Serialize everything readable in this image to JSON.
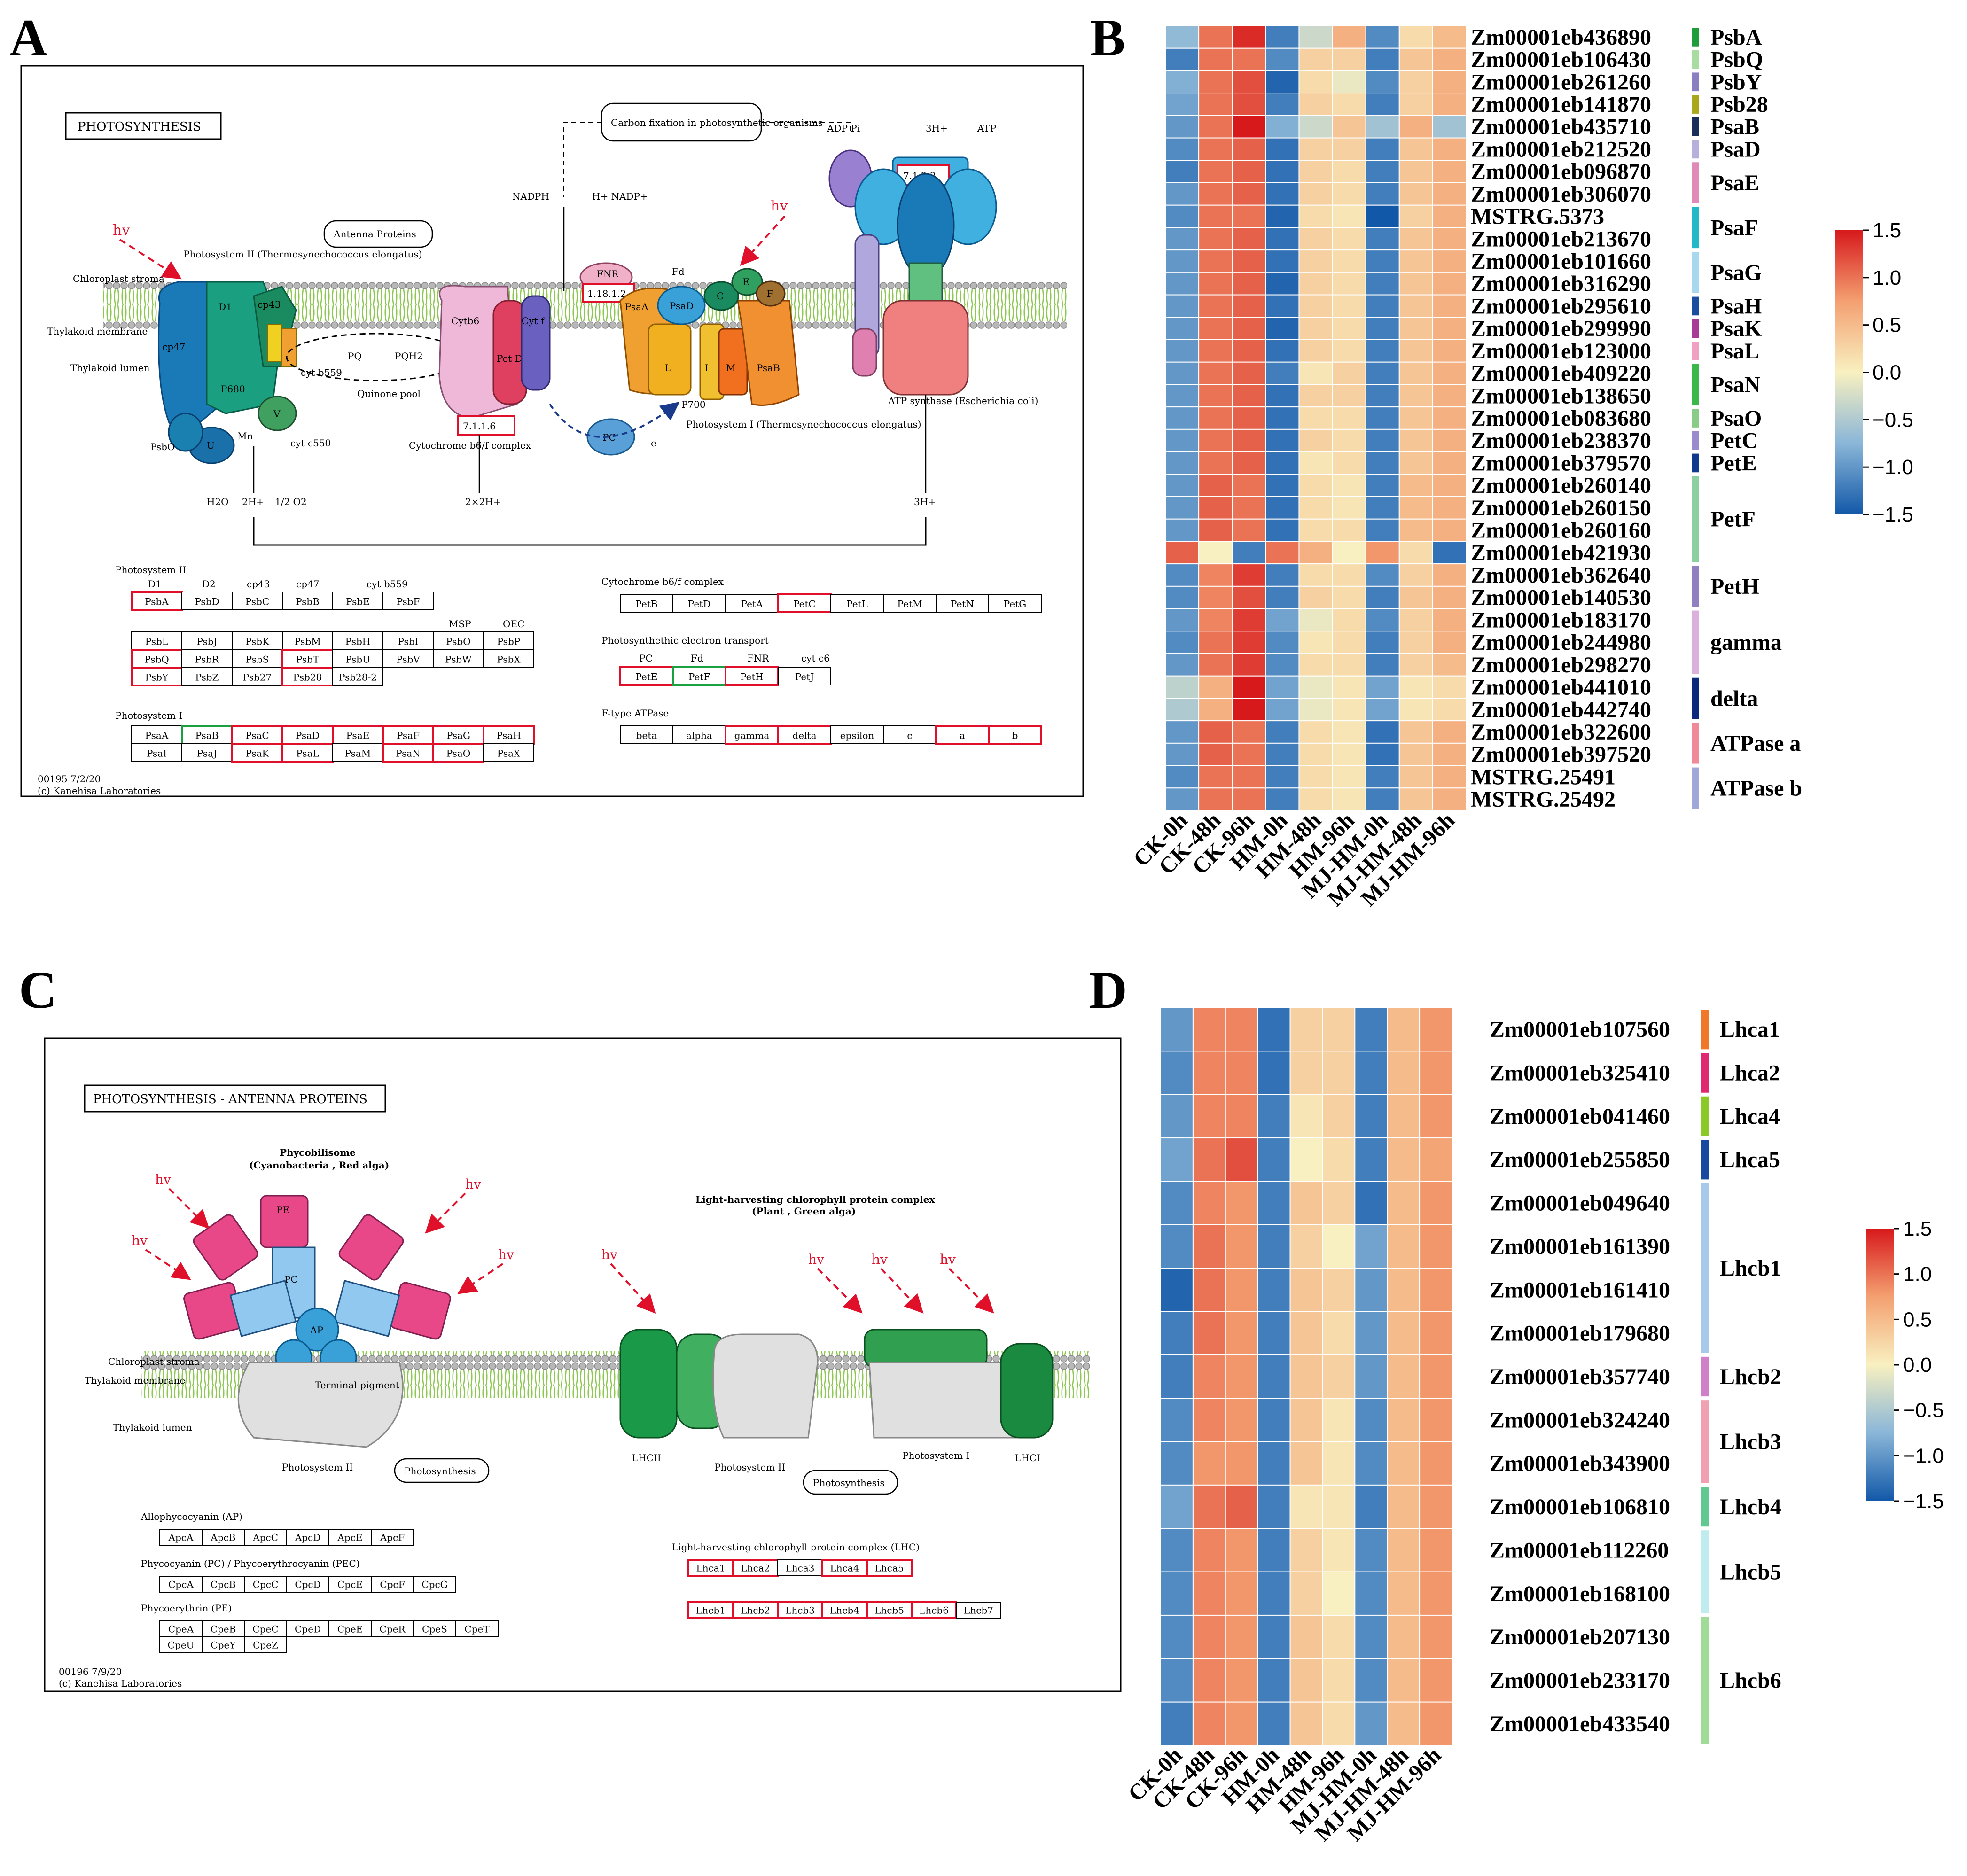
{
  "panels": {
    "a_letter": "A",
    "b_letter": "B",
    "c_letter": "C",
    "d_letter": "D"
  },
  "panel_a": {
    "title": "PHOTOSYNTHESIS",
    "labels": {
      "carbon": "Carbon fixation in photosynthetic organisms",
      "antenna": "Antenna Proteins",
      "psii": "Photosystem II (Thermosynechococcus elongatus)",
      "psi": "Photosystem I (Thermosynechococcus elongatus)",
      "cytb6f": "Cytochrome b6/f complex",
      "atp_synthase": "ATP synthase (Escherichia coli)",
      "stroma": "Chloroplast stroma",
      "membrane": "Thylakoid membrane",
      "lumen": "Thylakoid lumen",
      "quinone": "Quinone pool",
      "nadph": "NADPH",
      "nadp": "H+ NADP+",
      "adp": "ADP Pi",
      "atp": "ATP",
      "h3": "3H+",
      "hv": "hv",
      "ec1": "1.18.1.2",
      "ec2": "7.1.1.6",
      "ec3": "7.1.2.2",
      "pc": "PC",
      "e": "e-",
      "h2o": "H2O",
      "h2": "2H+",
      "o2": "1/2 O2",
      "h22": "2×2H+",
      "h3b": "3H+",
      "fd": "Fd",
      "fnr": "FNR",
      "cytb6": "Cytb6",
      "petd": "Pet D",
      "cytf": "Cyt f",
      "pq": "PQ",
      "pqh2": "PQH2",
      "psbo": "PsbO",
      "u": "U",
      "v": "V",
      "cytc550": "cyt c550",
      "cytb559": "cyt b559",
      "mn": "Mn",
      "d1": "D1",
      "cp43": "cp43",
      "cp47": "cp47",
      "p680": "P680",
      "psaa": "PsaA",
      "psab": "PsaB",
      "psad": "PsaD",
      "p700": "P700",
      "l": "L",
      "m": "M",
      "i": "I",
      "c": "C",
      "efafb": "E",
      "f": "F"
    },
    "footer_id": "00195 7/2/20",
    "footer_lab": "(c) Kanehisa Laboratories",
    "psii_header": "Photosystem II",
    "psii_sublabels": [
      "D1",
      "D2",
      "cp43",
      "cp47",
      "cyt b559"
    ],
    "psii_row1": [
      "PsbA",
      "PsbD",
      "PsbC",
      "PsbB",
      "PsbE",
      "PsbF"
    ],
    "psii_mid_labels": [
      "MSP",
      "OEC"
    ],
    "psii_row2": [
      "PsbL",
      "PsbJ",
      "PsbK",
      "PsbM",
      "PsbH",
      "PsbI",
      "PsbO",
      "PsbP"
    ],
    "psii_row3": [
      "PsbQ",
      "PsbR",
      "PsbS",
      "PsbT",
      "PsbU",
      "PsbV",
      "PsbW",
      "PsbX"
    ],
    "psii_row4": [
      "PsbY",
      "PsbZ",
      "Psb27",
      "Psb28",
      "Psb28-2"
    ],
    "psi_header": "Photosystem I",
    "psi_row1": [
      "PsaA",
      "PsaB",
      "PsaC",
      "PsaD",
      "PsaE",
      "PsaF",
      "PsaG",
      "PsaH"
    ],
    "psi_row2": [
      "PsaI",
      "PsaJ",
      "PsaK",
      "PsaL",
      "PsaM",
      "PsaN",
      "PsaO",
      "PsaX"
    ],
    "cyt_header": "Cytochrome b6/f complex",
    "cyt_row": [
      "PetB",
      "PetD",
      "PetA",
      "PetC",
      "PetL",
      "PetM",
      "PetN",
      "PetG"
    ],
    "pet_header": "Photosynthethic electron transport",
    "pet_sublabels": [
      "PC",
      "Fd",
      "FNR",
      "cyt c6"
    ],
    "pet_row": [
      "PetE",
      "PetF",
      "PetH",
      "PetJ"
    ],
    "atpase_header": "F-type ATPase",
    "atpase_row": [
      "beta",
      "alpha",
      "gamma",
      "delta",
      "epsilon",
      "c",
      "a",
      "b"
    ]
  },
  "panel_c": {
    "title": "PHOTOSYNTHESIS - ANTENNA PROTEINS",
    "phycobilisome": "Phycobilisome",
    "phyco_sub": "(Cyanobacteria , Red alga)",
    "lhc_title": "Light-harvesting chlorophyll protein complex",
    "lhc_sub": "(Plant , Green alga)",
    "stroma": "Chloroplast stroma",
    "membrane": "Thylakoid membrane",
    "lumen": "Thylakoid lumen",
    "psii": "Photosystem II",
    "psi": "Photosystem I",
    "photosynthesis": "Photosynthesis",
    "lhcii": "LHCII",
    "lhci": "LHCI",
    "pe": "PE",
    "pc": "PC",
    "ap": "AP",
    "hv": "hv",
    "terminal": "Terminal pigment",
    "ap_header": "Allophycocyanin (AP)",
    "ap_row": [
      "ApcA",
      "ApcB",
      "ApcC",
      "ApcD",
      "ApcE",
      "ApcF"
    ],
    "pec_header": "Phycocyanin (PC) / Phycoerythrocyanin (PEC)",
    "pec_row": [
      "CpcA",
      "CpcB",
      "CpcC",
      "CpcD",
      "CpcE",
      "CpcF",
      "CpcG"
    ],
    "pe_header": "Phycoerythrin (PE)",
    "pe_row1": [
      "CpeA",
      "CpeB",
      "CpeC",
      "CpeD",
      "CpeE",
      "CpeR",
      "CpeS",
      "CpeT"
    ],
    "pe_row2": [
      "CpeU",
      "CpeY",
      "CpeZ"
    ],
    "lhc_header": "Light-harvesting chlorophyll protein complex (LHC)",
    "lhca_row": [
      "Lhca1",
      "Lhca2",
      "Lhca3",
      "Lhca4",
      "Lhca5"
    ],
    "lhcb_row": [
      "Lhcb1",
      "Lhcb2",
      "Lhcb3",
      "Lhcb4",
      "Lhcb5",
      "Lhcb6",
      "Lhcb7"
    ],
    "footer_id": "00196 7/9/20",
    "footer_lab": "(c) Kanehisa Laboratories"
  },
  "chart_data": [
    {
      "type": "heatmap",
      "panel": "B",
      "columns": [
        "CK-0h",
        "CK-48h",
        "CK-96h",
        "HM-0h",
        "HM-48h",
        "HM-96h",
        "MJ-HM-0h",
        "MJ-HM-48h",
        "MJ-HM-96h"
      ],
      "rows": [
        "Zm00001eb436890",
        "Zm00001eb106430",
        "Zm00001eb261260",
        "Zm00001eb141870",
        "Zm00001eb435710",
        "Zm00001eb212520",
        "Zm00001eb096870",
        "Zm00001eb306070",
        "MSTRG.5373",
        "Zm00001eb213670",
        "Zm00001eb101660",
        "Zm00001eb316290",
        "Zm00001eb295610",
        "Zm00001eb299990",
        "Zm00001eb123000",
        "Zm00001eb409220",
        "Zm00001eb138650",
        "Zm00001eb083680",
        "Zm00001eb238370",
        "Zm00001eb379570",
        "Zm00001eb260140",
        "Zm00001eb260150",
        "Zm00001eb260160",
        "Zm00001eb421930",
        "Zm00001eb362640",
        "Zm00001eb140530",
        "Zm00001eb183170",
        "Zm00001eb244980",
        "Zm00001eb298270",
        "Zm00001eb441010",
        "Zm00001eb442740",
        "Zm00001eb322600",
        "Zm00001eb397520",
        "MSTRG.25491",
        "MSTRG.25492"
      ],
      "values": [
        [
          -0.7,
          1.0,
          1.4,
          -1.2,
          -0.3,
          0.6,
          -1.1,
          0.2,
          0.5
        ],
        [
          -1.2,
          1.0,
          1.0,
          -1.1,
          0.3,
          0.3,
          -1.2,
          0.4,
          0.6
        ],
        [
          -0.8,
          1.0,
          1.2,
          -1.4,
          0.2,
          -0.1,
          -1.1,
          0.3,
          0.6
        ],
        [
          -0.9,
          1.0,
          1.2,
          -1.2,
          0.3,
          0.2,
          -1.2,
          0.3,
          0.6
        ],
        [
          -1.0,
          1.0,
          1.5,
          -0.8,
          -0.3,
          0.4,
          -0.6,
          0.6,
          -0.6
        ],
        [
          -1.1,
          1.0,
          1.1,
          -1.3,
          0.3,
          0.3,
          -1.2,
          0.4,
          0.6
        ],
        [
          -1.2,
          1.0,
          1.1,
          -1.3,
          0.3,
          0.2,
          -1.2,
          0.4,
          0.6
        ],
        [
          -1.0,
          1.0,
          1.1,
          -1.3,
          0.3,
          0.2,
          -1.2,
          0.4,
          0.6
        ],
        [
          -1.1,
          1.0,
          1.0,
          -1.4,
          0.2,
          0.1,
          -1.5,
          0.3,
          0.6
        ],
        [
          -1.0,
          1.0,
          1.1,
          -1.3,
          0.3,
          0.2,
          -1.2,
          0.4,
          0.6
        ],
        [
          -1.0,
          1.0,
          1.1,
          -1.3,
          0.3,
          0.2,
          -1.2,
          0.4,
          0.6
        ],
        [
          -1.0,
          1.0,
          1.1,
          -1.4,
          0.3,
          0.2,
          -1.2,
          0.4,
          0.6
        ],
        [
          -1.0,
          1.0,
          1.1,
          -1.3,
          0.3,
          0.2,
          -1.2,
          0.4,
          0.6
        ],
        [
          -1.0,
          1.0,
          1.1,
          -1.4,
          0.3,
          0.2,
          -1.2,
          0.4,
          0.6
        ],
        [
          -1.0,
          1.0,
          1.1,
          -1.3,
          0.3,
          0.2,
          -1.2,
          0.4,
          0.6
        ],
        [
          -1.0,
          1.0,
          1.1,
          -1.2,
          0.1,
          0.3,
          -1.2,
          0.4,
          0.6
        ],
        [
          -1.0,
          1.0,
          1.1,
          -1.3,
          0.3,
          0.3,
          -1.2,
          0.4,
          0.6
        ],
        [
          -1.0,
          1.0,
          1.1,
          -1.3,
          0.2,
          0.2,
          -1.2,
          0.4,
          0.6
        ],
        [
          -1.0,
          1.0,
          1.1,
          -1.3,
          0.3,
          0.2,
          -1.2,
          0.4,
          0.6
        ],
        [
          -1.0,
          1.0,
          1.1,
          -1.3,
          0.1,
          0.2,
          -1.2,
          0.4,
          0.6
        ],
        [
          -1.0,
          1.1,
          1.0,
          -1.3,
          0.2,
          0.1,
          -1.2,
          0.5,
          0.6
        ],
        [
          -1.0,
          1.1,
          1.0,
          -1.3,
          0.2,
          0.1,
          -1.2,
          0.5,
          0.6
        ],
        [
          -1.0,
          1.1,
          1.0,
          -1.3,
          0.2,
          0.2,
          -1.2,
          0.5,
          0.6
        ],
        [
          1.1,
          0.0,
          -1.2,
          1.0,
          0.6,
          0.0,
          0.8,
          0.2,
          -1.3
        ],
        [
          -1.1,
          0.9,
          1.3,
          -1.2,
          0.2,
          0.2,
          -1.1,
          0.3,
          0.6
        ],
        [
          -1.1,
          0.9,
          1.2,
          -1.2,
          0.3,
          0.2,
          -1.2,
          0.4,
          0.6
        ],
        [
          -1.0,
          0.9,
          1.3,
          -0.9,
          -0.1,
          0.2,
          -1.1,
          0.3,
          0.6
        ],
        [
          -1.1,
          1.0,
          1.3,
          -1.1,
          0.1,
          0.2,
          -1.2,
          0.3,
          0.6
        ],
        [
          -1.0,
          1.0,
          1.3,
          -1.1,
          0.2,
          0.2,
          -1.2,
          0.3,
          0.5
        ],
        [
          -0.4,
          0.6,
          1.5,
          -0.9,
          -0.1,
          0.1,
          -0.9,
          0.1,
          0.2
        ],
        [
          -0.5,
          0.6,
          1.5,
          -0.9,
          -0.1,
          0.1,
          -0.9,
          0.1,
          0.2
        ],
        [
          -1.0,
          1.1,
          1.0,
          -1.2,
          0.2,
          0.1,
          -1.3,
          0.4,
          0.6
        ],
        [
          -1.0,
          1.1,
          1.0,
          -1.2,
          0.2,
          0.1,
          -1.3,
          0.4,
          0.6
        ],
        [
          -1.1,
          1.0,
          1.0,
          -1.2,
          0.2,
          0.1,
          -1.2,
          0.4,
          0.6
        ],
        [
          -1.0,
          1.0,
          1.0,
          -1.2,
          0.2,
          0.1,
          -1.2,
          0.4,
          0.6
        ]
      ],
      "groups": [
        {
          "label": "PsbA",
          "start": 0,
          "end": 0,
          "color": "#1f9d3a"
        },
        {
          "label": "PsbQ",
          "start": 1,
          "end": 1,
          "color": "#a8dca0"
        },
        {
          "label": "PsbY",
          "start": 2,
          "end": 2,
          "color": "#8a7fc0"
        },
        {
          "label": "Psb28",
          "start": 3,
          "end": 3,
          "color": "#a8a81a"
        },
        {
          "label": "PsaB",
          "start": 4,
          "end": 4,
          "color": "#1a2e5c"
        },
        {
          "label": "PsaD",
          "start": 5,
          "end": 5,
          "color": "#b8b0dc"
        },
        {
          "label": "PsaE",
          "start": 6,
          "end": 7,
          "color": "#e08ab8"
        },
        {
          "label": "PsaF",
          "start": 8,
          "end": 9,
          "color": "#22b8c8"
        },
        {
          "label": "PsaG",
          "start": 10,
          "end": 11,
          "color": "#a8d8f0"
        },
        {
          "label": "PsaH",
          "start": 12,
          "end": 12,
          "color": "#1a4ca0"
        },
        {
          "label": "PsaK",
          "start": 13,
          "end": 13,
          "color": "#a83a98"
        },
        {
          "label": "PsaL",
          "start": 14,
          "end": 14,
          "color": "#f0a0c0"
        },
        {
          "label": "PsaN",
          "start": 15,
          "end": 16,
          "color": "#3ab84a"
        },
        {
          "label": "PsaO",
          "start": 17,
          "end": 17,
          "color": "#88cc88"
        },
        {
          "label": "PetC",
          "start": 18,
          "end": 18,
          "color": "#9a8ccc"
        },
        {
          "label": "PetE",
          "start": 19,
          "end": 19,
          "color": "#10388c"
        },
        {
          "label": "PetF",
          "start": 20,
          "end": 23,
          "color": "#8cd0a0"
        },
        {
          "label": "PetH",
          "start": 24,
          "end": 25,
          "color": "#9080c0"
        },
        {
          "label": "gamma",
          "start": 26,
          "end": 28,
          "color": "#dcb0dc"
        },
        {
          "label": "delta",
          "start": 29,
          "end": 30,
          "color": "#0c2a7c"
        },
        {
          "label": "ATPase a",
          "start": 31,
          "end": 32,
          "color": "#f08a98"
        },
        {
          "label": "ATPase b",
          "start": 33,
          "end": 34,
          "color": "#a0a8d8"
        }
      ],
      "scale": {
        "min": -1.5,
        "max": 1.5,
        "ticks": [
          "1.5",
          "1.0",
          "0.5",
          "0.0",
          "−0.5",
          "−1.0",
          "−1.5"
        ]
      }
    },
    {
      "type": "heatmap",
      "panel": "D",
      "columns": [
        "CK-0h",
        "CK-48h",
        "CK-96h",
        "HM-0h",
        "HM-48h",
        "HM-96h",
        "MJ-HM-0h",
        "MJ-HM-48h",
        "MJ-HM-96h"
      ],
      "rows": [
        "Zm00001eb107560",
        "Zm00001eb325410",
        "Zm00001eb041460",
        "Zm00001eb255850",
        "Zm00001eb049640",
        "Zm00001eb161390",
        "Zm00001eb161410",
        "Zm00001eb179680",
        "Zm00001eb357740",
        "Zm00001eb324240",
        "Zm00001eb343900",
        "Zm00001eb106810",
        "Zm00001eb112260",
        "Zm00001eb168100",
        "Zm00001eb207130",
        "Zm00001eb233170",
        "Zm00001eb433540"
      ],
      "values": [
        [
          -1.0,
          0.9,
          0.9,
          -1.3,
          0.3,
          0.3,
          -1.2,
          0.5,
          0.8
        ],
        [
          -1.1,
          0.9,
          0.9,
          -1.3,
          0.3,
          0.3,
          -1.2,
          0.5,
          0.8
        ],
        [
          -1.0,
          0.9,
          0.9,
          -1.2,
          0.1,
          0.3,
          -1.2,
          0.5,
          0.8
        ],
        [
          -0.9,
          1.0,
          1.2,
          -1.2,
          0.0,
          0.2,
          -1.2,
          0.5,
          0.7
        ],
        [
          -1.1,
          0.9,
          0.8,
          -1.2,
          0.4,
          0.3,
          -1.3,
          0.5,
          0.8
        ],
        [
          -1.1,
          1.0,
          0.8,
          -1.2,
          0.3,
          0.0,
          -0.9,
          0.5,
          0.8
        ],
        [
          -1.4,
          1.0,
          0.8,
          -1.2,
          0.4,
          0.3,
          -1.0,
          0.5,
          0.8
        ],
        [
          -1.2,
          1.0,
          0.8,
          -1.2,
          0.4,
          0.2,
          -1.0,
          0.5,
          0.8
        ],
        [
          -1.2,
          0.9,
          0.8,
          -1.2,
          0.4,
          0.3,
          -1.0,
          0.5,
          0.8
        ],
        [
          -1.1,
          0.9,
          0.8,
          -1.2,
          0.4,
          0.1,
          -1.1,
          0.5,
          0.8
        ],
        [
          -1.1,
          0.8,
          0.8,
          -1.2,
          0.4,
          0.1,
          -1.1,
          0.5,
          0.8
        ],
        [
          -0.9,
          1.0,
          1.1,
          -1.2,
          0.1,
          0.1,
          -1.2,
          0.5,
          0.8
        ],
        [
          -1.1,
          0.9,
          0.8,
          -1.2,
          0.3,
          0.1,
          -1.1,
          0.5,
          0.8
        ],
        [
          -1.1,
          0.9,
          0.8,
          -1.2,
          0.3,
          0.0,
          -1.1,
          0.5,
          0.8
        ],
        [
          -1.1,
          0.9,
          0.8,
          -1.2,
          0.4,
          0.2,
          -1.1,
          0.5,
          0.8
        ],
        [
          -1.1,
          0.9,
          0.8,
          -1.2,
          0.4,
          0.2,
          -1.1,
          0.5,
          0.8
        ],
        [
          -1.2,
          0.9,
          0.8,
          -1.2,
          0.4,
          0.2,
          -1.0,
          0.5,
          0.8
        ]
      ],
      "groups": [
        {
          "label": "Lhca1",
          "start": 0,
          "end": 0,
          "color": "#f07828"
        },
        {
          "label": "Lhca2",
          "start": 1,
          "end": 1,
          "color": "#e02870"
        },
        {
          "label": "Lhca4",
          "start": 2,
          "end": 2,
          "color": "#8cc828"
        },
        {
          "label": "Lhca5",
          "start": 3,
          "end": 3,
          "color": "#1848a0"
        },
        {
          "label": "Lhcb1",
          "start": 4,
          "end": 7,
          "color": "#a8c8ec"
        },
        {
          "label": "Lhcb2",
          "start": 8,
          "end": 8,
          "color": "#d080c8"
        },
        {
          "label": "Lhcb3",
          "start": 9,
          "end": 10,
          "color": "#f0a0b0"
        },
        {
          "label": "Lhcb4",
          "start": 11,
          "end": 11,
          "color": "#60c890"
        },
        {
          "label": "Lhcb5",
          "start": 12,
          "end": 13,
          "color": "#c0ecf0"
        },
        {
          "label": "Lhcb6",
          "start": 14,
          "end": 16,
          "color": "#a0dc98"
        }
      ],
      "scale": {
        "min": -1.5,
        "max": 1.5,
        "ticks": [
          "1.5",
          "1.0",
          "0.5",
          "0.0",
          "−0.5",
          "−1.0",
          "−1.5"
        ]
      }
    }
  ]
}
